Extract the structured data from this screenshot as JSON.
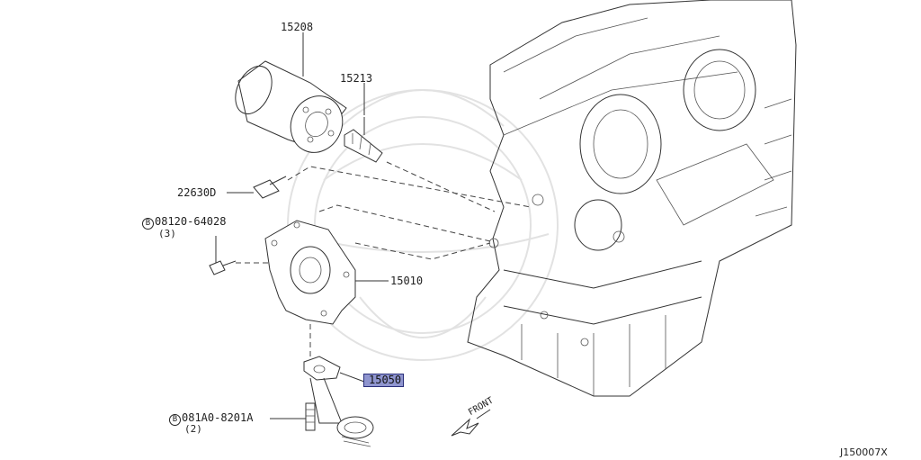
{
  "diagram_id": "J150007X",
  "front_label": "FRONT",
  "callouts": {
    "oil_filter": "15208",
    "connector": "15213",
    "oil_pressure_switch": "22630D",
    "pump_bolt": {
      "code": "08120-64028",
      "qty": "(3)"
    },
    "oil_pump": "15010",
    "strainer": "15050",
    "strainer_bolt": {
      "code": "081A0-8201A",
      "qty": "(2)"
    }
  },
  "bolt_marker": "B",
  "highlight_color": "#8f95cf"
}
